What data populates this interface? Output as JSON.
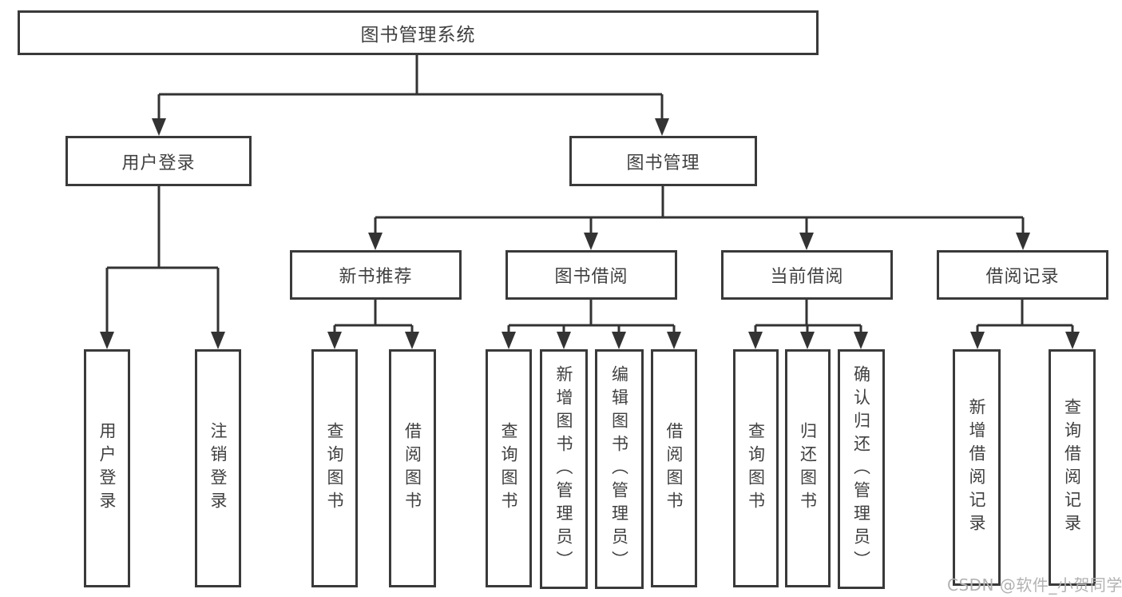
{
  "diagram": {
    "title": "图书管理系统",
    "level2": {
      "user_login": "用户登录",
      "book_management": "图书管理"
    },
    "level3": {
      "new_book_recommend": "新书推荐",
      "book_borrow": "图书借阅",
      "current_borrow": "当前借阅",
      "borrow_record": "借阅记录"
    },
    "leaves": {
      "user_login": [
        "用户登录",
        "注销登录"
      ],
      "new_book_recommend": [
        "查询图书",
        "借阅图书"
      ],
      "book_borrow": [
        "查询图书",
        "新增图书（管理员）",
        "编辑图书（管理员）",
        "借阅图书"
      ],
      "current_borrow": [
        "查询图书",
        "归还图书",
        "确认归还（管理员）"
      ],
      "borrow_record": [
        "新增借阅记录",
        "查询借阅记录"
      ]
    },
    "watermark": "CSDN @软件_小贺同学",
    "colors": {
      "border": "#3a3a3a",
      "line": "#333333",
      "text": "#404040",
      "watermark": "#b2b2b2"
    }
  }
}
